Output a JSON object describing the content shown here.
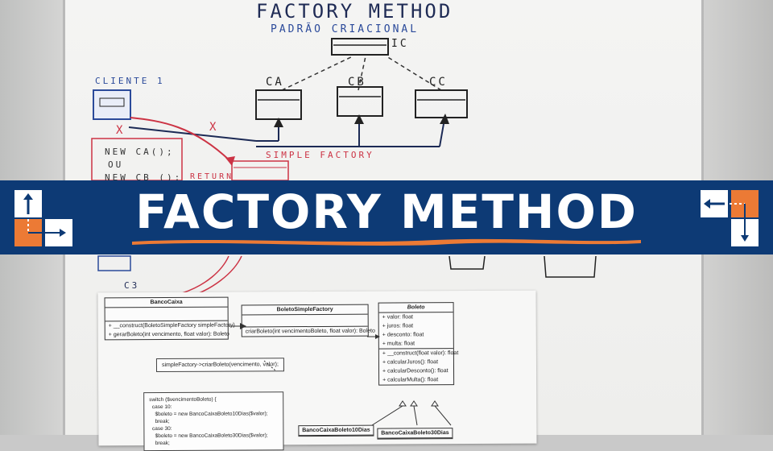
{
  "banner": {
    "title": "FACTORY METHOD",
    "background": "#0d3a75",
    "accent": "#ec7a35"
  },
  "whiteboard": {
    "heading": "FACTORY METHOD",
    "subheading": "PADRÃO CRIACIONAL",
    "interface_label": "IC",
    "class_labels": [
      "CA",
      "CB",
      "CC"
    ],
    "client_label": "CLIENTE 1",
    "simple_factory_label": "SIMPLE FACTORY",
    "code_lines": [
      "NEW CA();",
      "OU",
      "NEW CB ();"
    ],
    "return_label": "RETURN",
    "c3_label": "C3",
    "x_marks": [
      "X",
      "X"
    ]
  },
  "uml": {
    "banco_caixa": {
      "name": "BancoCaixa",
      "members": [
        "+ __construct(BoletoSimpleFactory simpleFactory)",
        "+ gerarBoleto(int vencimento, float valor): Boleto"
      ]
    },
    "factory": {
      "name": "BoletoSimpleFactory",
      "members": [
        "criarBoleto(int vencimentoBoleto, float valor): Boleto"
      ]
    },
    "boleto": {
      "name": "Boleto",
      "attributes": [
        "+ valor: float",
        "+ juros: float",
        "+ desconto: float",
        "+ multa: float"
      ],
      "methods": [
        "+ __construct(float valor): float",
        "+ calcularJuros(): float",
        "+ calcularDesconto(): float",
        "+ calcularMulta(): float"
      ]
    },
    "note_text": "simpleFactory->criarBoleto(vencimento, valor);",
    "code_text": "switch ($vencimentoBoleto) {\n  case 10:\n    $boleto = new BancoCaixaBoleto10Dias($valor);\n    break;\n  case 30:\n    $boleto = new BancoCaixaBoleto30Dias($valor);\n    break;",
    "subclasses": [
      "BancoCaixaBoleto10Dias",
      "BancoCaixaBoleto30Dias"
    ]
  }
}
